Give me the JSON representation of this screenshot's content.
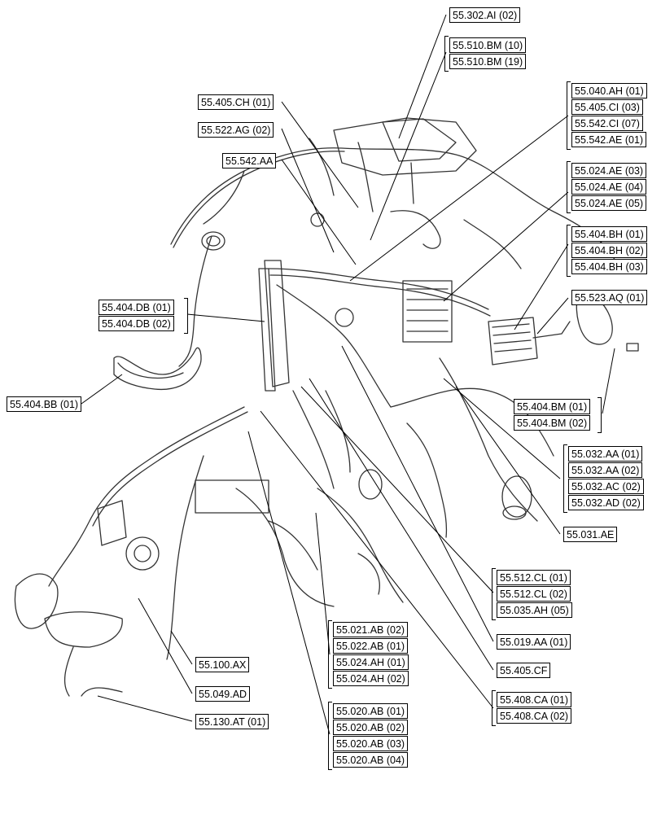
{
  "callouts": {
    "c01": "55.302.AI (02)",
    "c02": "55.510.BM (10)",
    "c03": "55.510.BM (19)",
    "c04": "55.040.AH (01)",
    "c05": "55.405.CI (03)",
    "c06": "55.542.CI (07)",
    "c07": "55.542.AE (01)",
    "c08": "55.405.CH (01)",
    "c09": "55.522.AG (02)",
    "c10": "55.542.AA",
    "c11": "55.024.AE (03)",
    "c12": "55.024.AE (04)",
    "c13": "55.024.AE (05)",
    "c14": "55.404.BH (01)",
    "c15": "55.404.BH (02)",
    "c16": "55.404.BH (03)",
    "c17": "55.523.AQ (01)",
    "c18": "55.404.DB (01)",
    "c19": "55.404.DB (02)",
    "c20": "55.404.BB (01)",
    "c21": "55.404.BM (01)",
    "c22": "55.404.BM (02)",
    "c23": "55.032.AA (01)",
    "c24": "55.032.AA (02)",
    "c25": "55.032.AC (02)",
    "c26": "55.032.AD (02)",
    "c27": "55.031.AE",
    "c28": "55.512.CL (01)",
    "c29": "55.512.CL (02)",
    "c30": "55.035.AH (05)",
    "c31": "55.021.AB (02)",
    "c32": "55.022.AB (01)",
    "c33": "55.024.AH (01)",
    "c34": "55.024.AH (02)",
    "c35": "55.019.AA (01)",
    "c36": "55.405.CF",
    "c37": "55.100.AX",
    "c38": "55.049.AD",
    "c39": "55.408.CA (01)",
    "c40": "55.408.CA (02)",
    "c41": "55.130.AT (01)",
    "c42": "55.020.AB (01)",
    "c43": "55.020.AB (02)",
    "c44": "55.020.AB (03)",
    "c45": "55.020.AB (04)"
  },
  "colors": {
    "line": "#000000",
    "background": "#ffffff",
    "harness": "#333333"
  }
}
